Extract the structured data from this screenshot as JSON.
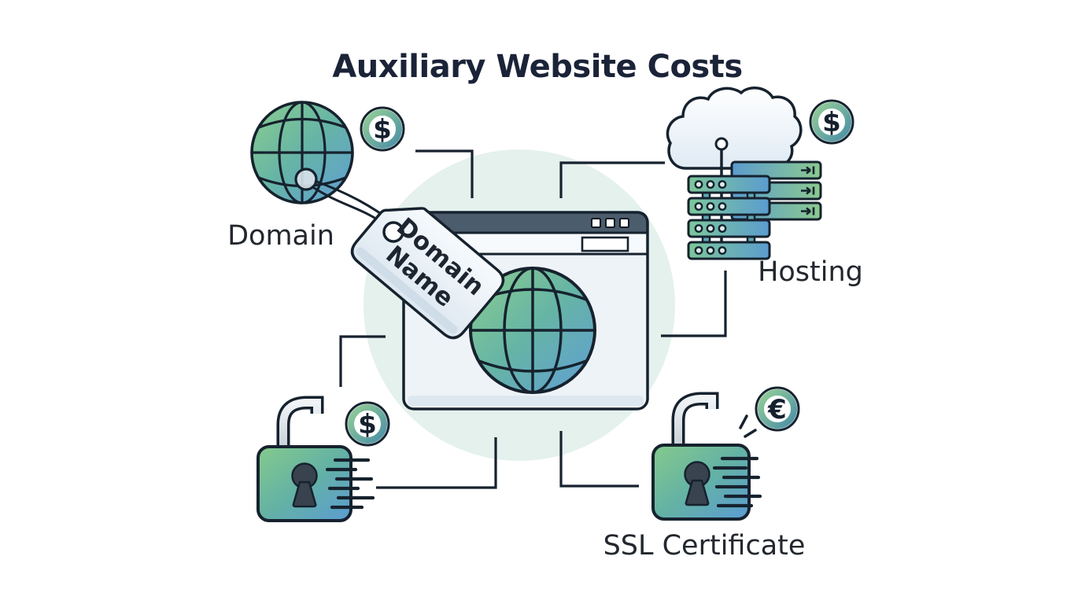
{
  "title": "Auxiliary Website Costs",
  "tag": {
    "line1": "Domain",
    "line2": "Name"
  },
  "nodes": {
    "domain": {
      "label": "Domain",
      "badge": "$"
    },
    "hosting": {
      "label": "Hosting",
      "badge": "$"
    },
    "lock_left": {
      "badge": "$"
    },
    "ssl_certificate": {
      "label": "SSL Certificate",
      "badge": "€"
    }
  },
  "colors": {
    "ink": "#16222e",
    "green": "#8acd8f",
    "blue": "#5f9ed5",
    "mint_background": "#e4f1ec",
    "browser_header": "#4b5c6c",
    "tag_fill": "#eef4f9"
  },
  "icons": [
    "globe-icon",
    "price-tag-icon",
    "browser-window-icon",
    "cloud-icon",
    "server-rack-icon",
    "padlock-icon",
    "dollar-coin-icon",
    "euro-coin-icon"
  ]
}
